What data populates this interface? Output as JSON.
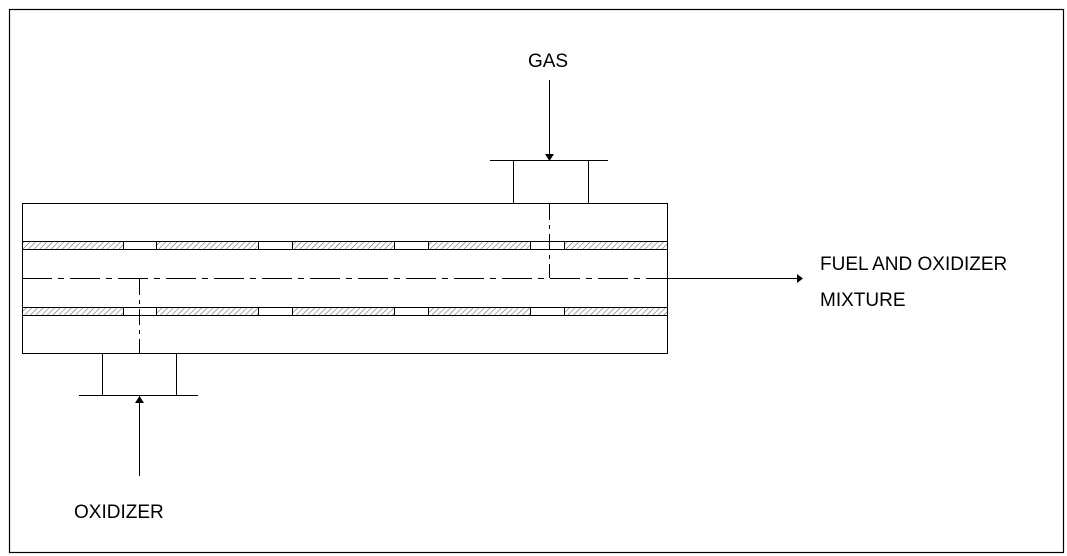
{
  "labels": {
    "gas": "GAS",
    "oxidizer": "OXIDIZER",
    "outlet_line1": "FUEL AND OXIDIZER",
    "outlet_line2": "MIXTURE"
  },
  "colors": {
    "line": "#000000",
    "hatch": "#555555",
    "background": "#ffffff"
  }
}
